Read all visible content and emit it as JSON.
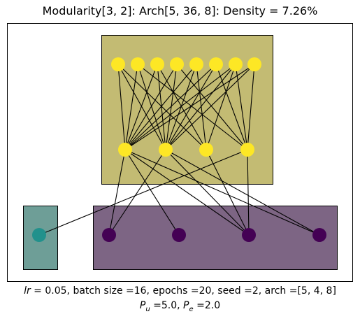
{
  "title": "Modularity[3, 2]: Arch[5, 36, 8]: Density = 7.26%",
  "caption": {
    "lr_label": "lr",
    "line1_rest": " =  0.05, batch size =16, epochs =20, seed =2, arch =[5, 4, 8]",
    "pu_label": "P",
    "pu_sub": "u",
    "pu_value": " =5.0, ",
    "pe_label": "P",
    "pe_sub": "e",
    "pe_value": " =2.0"
  },
  "colors": {
    "module_top_fill": "#c3bb73",
    "module_teal_fill": "#6e9e97",
    "module_purple_fill": "#7d6584",
    "node_yellow": "#fde725",
    "node_teal": "#21918c",
    "node_purple": "#440154",
    "edge": "#000000"
  }
}
